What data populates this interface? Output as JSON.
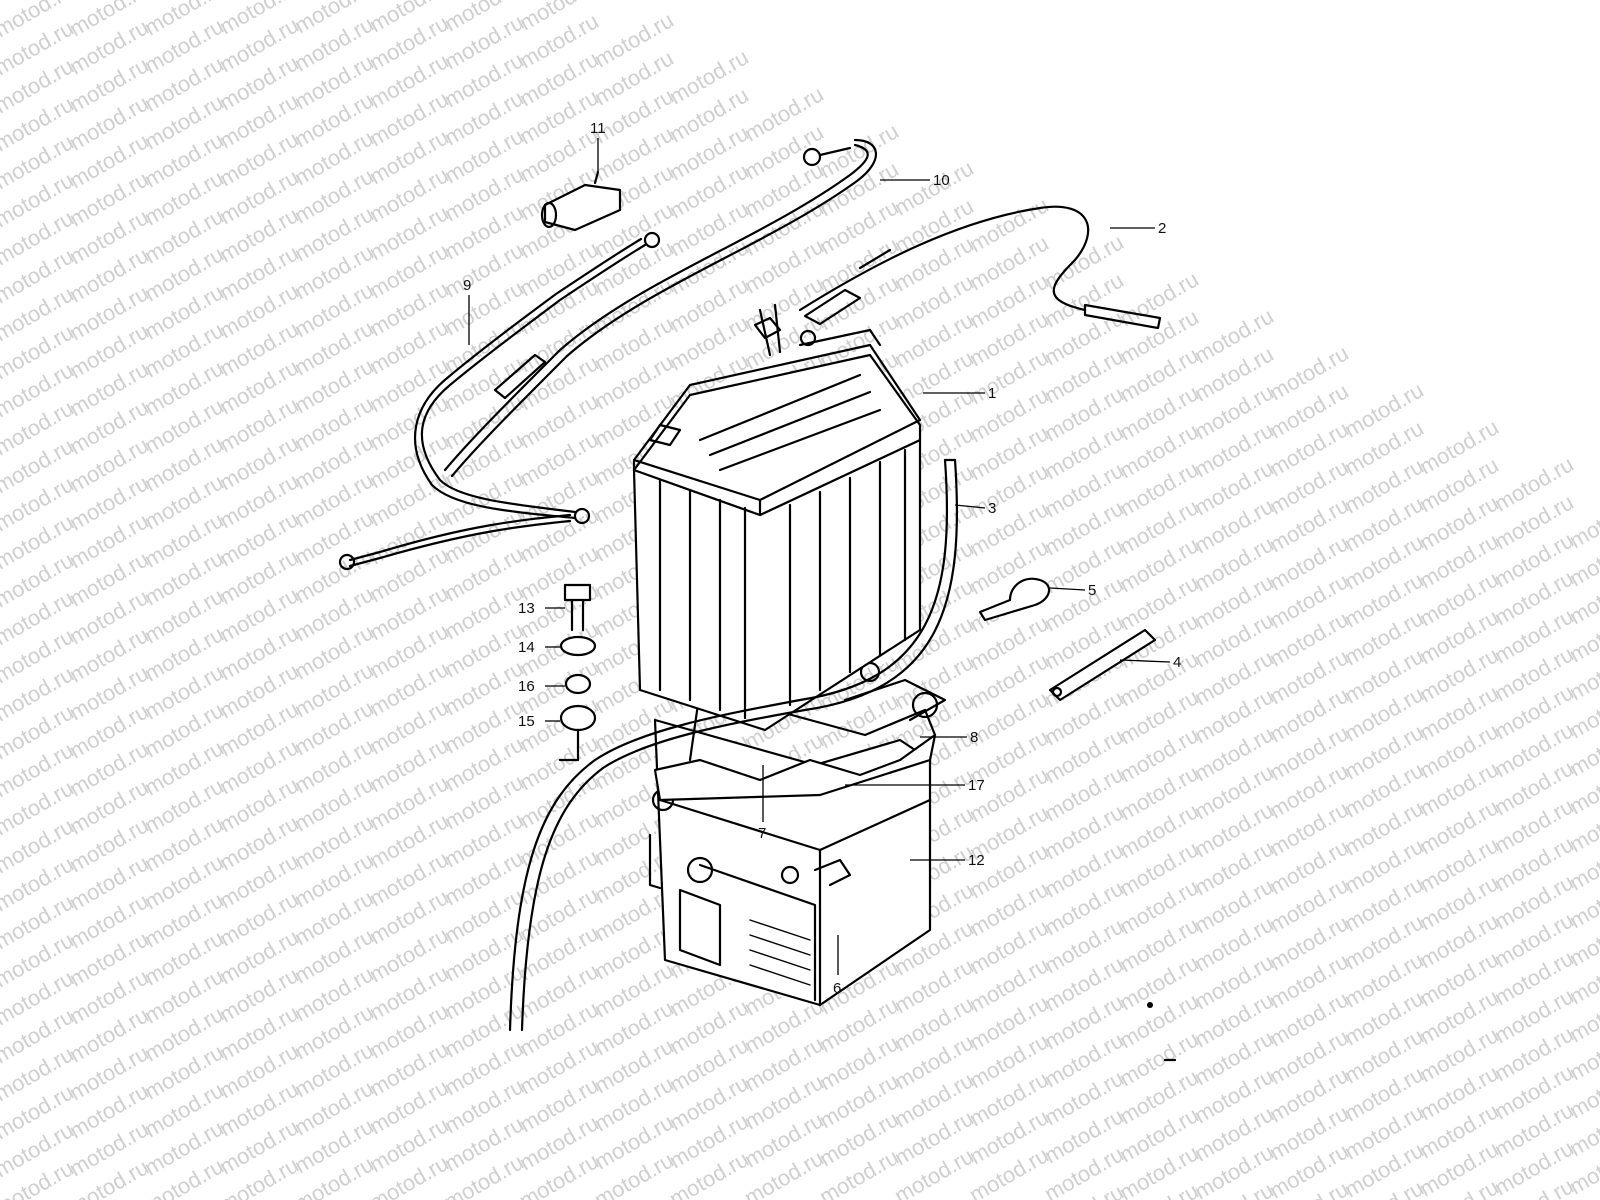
{
  "watermark": {
    "text": "motod.ru"
  },
  "parts": {
    "p1": "1",
    "p2": "2",
    "p3": "3",
    "p4": "4",
    "p5": "5",
    "p6": "6",
    "p7": "7",
    "p8": "8",
    "p9": "9",
    "p10": "10",
    "p11": "11",
    "p12": "12",
    "p13": "13",
    "p14": "14",
    "p15": "15",
    "p16": "16",
    "p17": "17"
  }
}
